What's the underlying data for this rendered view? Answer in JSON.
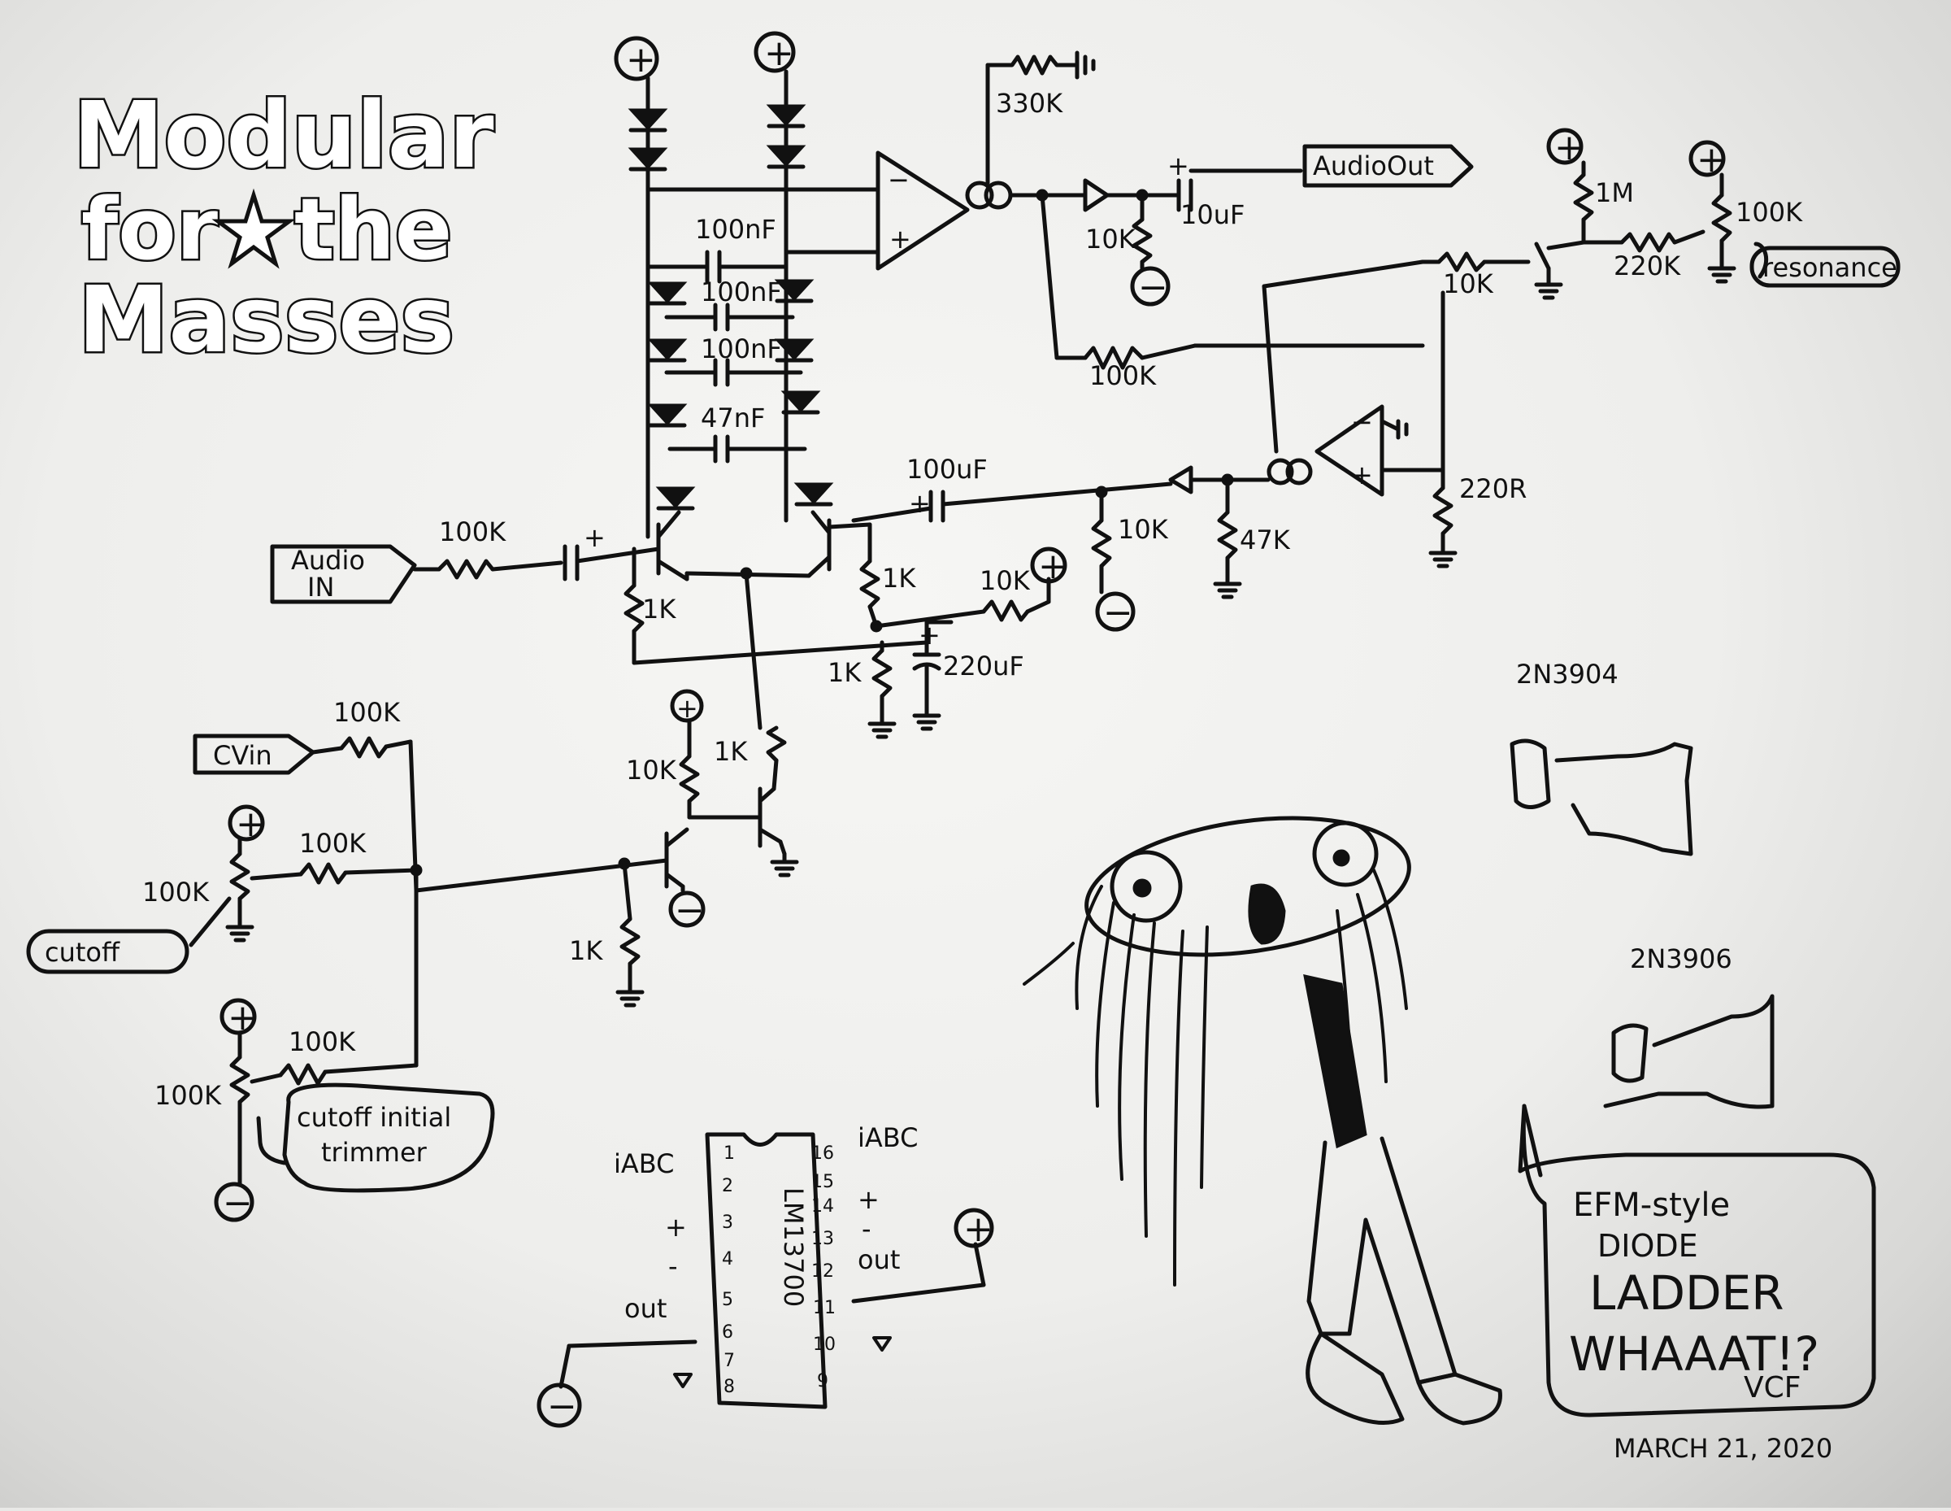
{
  "title": {
    "line1": "Modular",
    "line2": "for",
    "line2b": "the",
    "line3": "Masses"
  },
  "tags": {
    "audio_out": "AudioOut",
    "audio_in_1": "Audio",
    "audio_in_2": "IN",
    "cv_in": "CVin",
    "resonance": "resonance",
    "cutoff": "cutoff",
    "cutoff_trim_1": "cutoff initial",
    "cutoff_trim_2": "trimmer"
  },
  "components": {
    "r330k": "330K",
    "c100nf_a": "100nF",
    "c100nf_b": "100nF",
    "c100nf_c": "100nF",
    "c47nf": "47nF",
    "r10k_out": "10K",
    "c10uf": "10uF",
    "r100k_fb": "100K",
    "r1m": "1M",
    "r10k_res": "10K",
    "r220k": "220K",
    "pot100k_res": "100K",
    "c100uf": "100uF",
    "r10k_mid": "10K",
    "r47k": "47K",
    "r220r": "220R",
    "r100k_in": "100K",
    "r1k_left": "1K",
    "r1k_right": "1K",
    "r10k_bias": "10K",
    "r1k_bias": "1K",
    "c220uf": "220uF",
    "r100k_cv": "100K",
    "r100k_cut": "100K",
    "pot100k_cut": "100K",
    "r100k_trim": "100K",
    "pot100k_trim": "100K",
    "r10k_q": "10K",
    "r1k_q": "1K",
    "r1k_base": "1K"
  },
  "ic": {
    "name": "LM13700",
    "iabc_left": "iABC",
    "iabc_right": "iABC",
    "plus": "+",
    "minus": "-",
    "out_left": "out",
    "out_right": "out",
    "pins_left": [
      "1",
      "2",
      "3",
      "4",
      "5",
      "6",
      "7",
      "8"
    ],
    "pins_right": [
      "16",
      "15",
      "14",
      "13",
      "12",
      "11",
      "10",
      "9"
    ]
  },
  "transistors": {
    "npn": "2N3904",
    "pnp": "2N3906"
  },
  "bubble": {
    "line1": "EFM-style",
    "line2": "DIODE",
    "line3": "LADDER",
    "line4": "WHAAAT!?",
    "line5": "VCF"
  },
  "date": "MARCH 21, 2020",
  "symbols": {
    "plus": "+",
    "minus": "−"
  }
}
